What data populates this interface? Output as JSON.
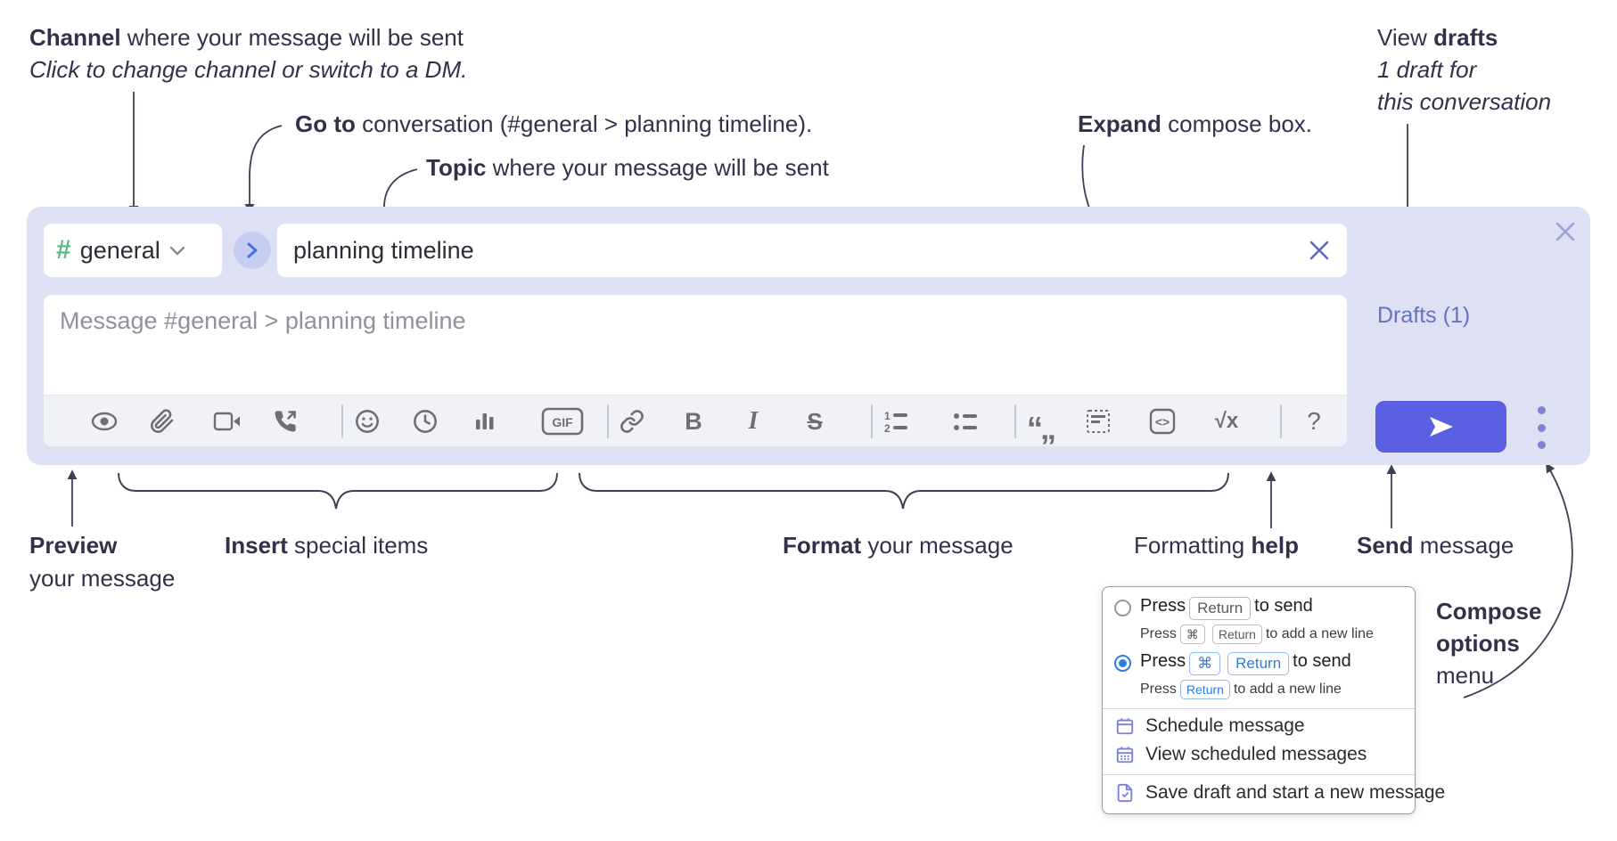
{
  "annotations": {
    "channel": {
      "bold": "Channel",
      "rest": " where your message will be sent",
      "sub": "Click to change channel or switch to a DM."
    },
    "goto": {
      "bold": "Go to",
      "rest": " conversation (#general > planning timeline)."
    },
    "topic": {
      "bold": "Topic",
      "rest": " where your message will be sent"
    },
    "expand": {
      "bold": "Expand",
      "rest": " compose box."
    },
    "view_drafts": {
      "pre": "View ",
      "bold": "drafts",
      "sub1": "1 draft for",
      "sub2": "this conversation"
    },
    "preview": {
      "bold": "Preview",
      "line2": "your message"
    },
    "insert": {
      "bold": "Insert",
      "rest": " special items"
    },
    "format": {
      "bold": "Format",
      "rest": " your message"
    },
    "formatting_help": {
      "pre": "Formatting ",
      "bold": "help"
    },
    "send": {
      "bold": "Send",
      "rest": " message"
    },
    "compose_options": {
      "bold1": "Compose",
      "bold2": "options",
      "rest": "menu"
    }
  },
  "compose": {
    "channel_selector": {
      "hash": "#",
      "label": "general"
    },
    "topic_input": {
      "value": "planning timeline"
    },
    "message_input": {
      "placeholder": "Message #general > planning timeline"
    },
    "drafts_link": "Drafts (1)",
    "toolbar_icons": [
      "preview-eye-icon",
      "attach-paperclip-icon",
      "video-call-icon",
      "voice-call-icon",
      "emoji-smiley-icon",
      "time-clock-icon",
      "poll-bar-chart-icon",
      "gif-icon",
      "link-icon",
      "bold-icon",
      "italic-icon",
      "strikethrough-icon",
      "numbered-list-icon",
      "bulleted-list-icon",
      "quote-icon",
      "spoiler-icon",
      "code-icon",
      "math-icon",
      "help-icon"
    ],
    "glyphs": {
      "bold": "B",
      "italic": "I",
      "strike": "S",
      "gif": "GIF",
      "quote": "“„",
      "code": "<>",
      "sqrt": "√x",
      "help": "?",
      "ol1": "1",
      "ol2": "2"
    }
  },
  "popup": {
    "option1": {
      "press": "Press",
      "key1": "Return",
      "suffix": "to send",
      "sub_press": "Press",
      "sub_key1": "⌘",
      "sub_key2": "Return",
      "sub_suffix": "to add a new line"
    },
    "option2": {
      "press": "Press",
      "key1": "⌘",
      "key2": "Return",
      "suffix": "to send",
      "sub_press": "Press",
      "sub_key1": "Return",
      "sub_suffix": "to add a new line"
    },
    "item1": "Schedule message",
    "item2": "View scheduled messages",
    "item3": "Save draft and start a new message"
  },
  "colors": {
    "compose_bg": "#dee1f3",
    "accent_send": "#5b5fe1",
    "drafts_link": "#6572c4",
    "hash_green": "#5cb887",
    "key_blue": "#2e7de1",
    "menu_icon_purple": "#7a7ee0",
    "annotation_text": "#32314a",
    "toolbar_icon": "#6e6f76",
    "dm_circle": "#c6cdf1",
    "dm_chevron": "#4a6fe3"
  }
}
